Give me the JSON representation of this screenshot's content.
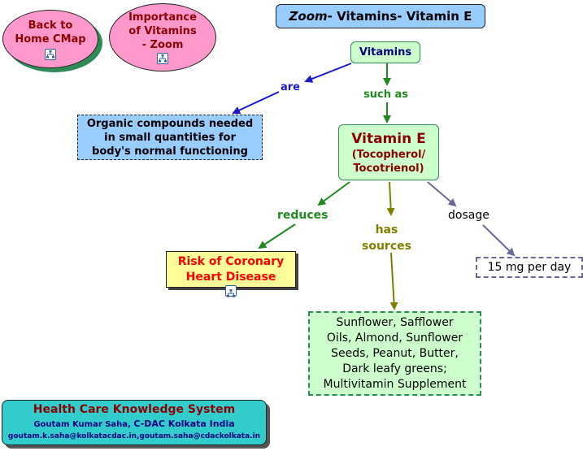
{
  "nav": {
    "back_home": [
      "Back to",
      "Home CMap"
    ],
    "importance": [
      "Importance",
      "of Vitamins",
      "- Zoom"
    ]
  },
  "title": {
    "zoom": "Zoom",
    "rest": "- Vitamins- Vitamin E"
  },
  "nodes": {
    "vitamins": "Vitamins",
    "organic": [
      "Organic compounds needed",
      "in small quantities for",
      "body's normal functioning"
    ],
    "vitamin_e": {
      "name": "Vitamin E",
      "sub": [
        "(Tocopherol/",
        "Tocotrienol)"
      ]
    },
    "risk": [
      "Risk of Coronary",
      "Heart Disease"
    ],
    "sources": [
      "Sunflower, Safflower",
      "Oils, Almond, Sunflower",
      "Seeds, Peanut, Butter,",
      "Dark leafy greens;",
      "Multivitamin Supplement"
    ],
    "dosage_value": "15 mg per day"
  },
  "links": {
    "are": "are",
    "such_as": "such as",
    "reduces": "reduces",
    "has_sources": [
      "has",
      "sources"
    ],
    "dosage": "dosage"
  },
  "footer": {
    "title": "Health Care Knowledge System",
    "author_prefix": "Goutam Kumar Saha, ",
    "author_org": "C-DAC Kolkata India",
    "email": "goutam.k.saha@kolkatacdac.in,goutam.saha@cdackolkata.in"
  },
  "colors": {
    "blue_arrow": "#1a1acc",
    "green_arrow": "#1e8a1e",
    "olive_arrow": "#808000",
    "slate_arrow": "#6a6a96",
    "node_green": "#ccffcc",
    "node_blue": "#99ccff",
    "node_pink": "#ff99cc",
    "node_yellow": "#ffff99",
    "footer_teal": "#33cccc"
  },
  "icons": [
    "concept-map-icon"
  ]
}
